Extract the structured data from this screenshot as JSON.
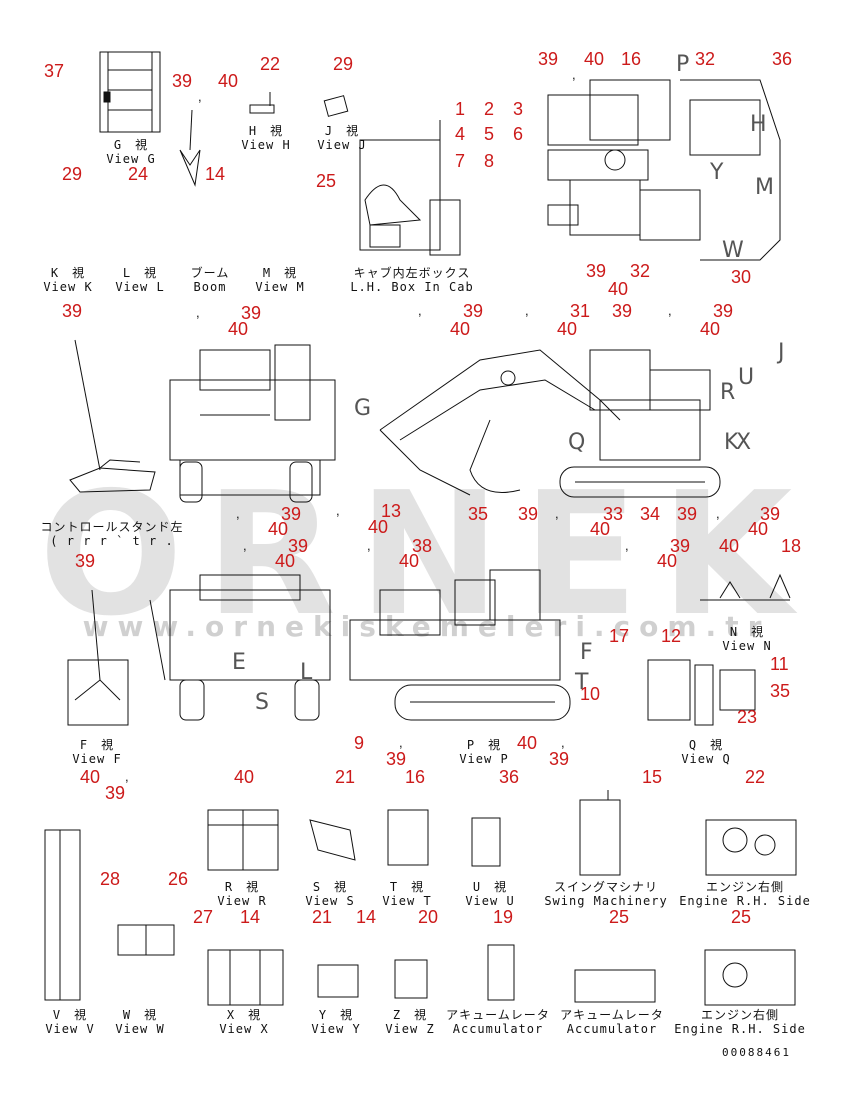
{
  "watermark": {
    "brand": "ORNEK",
    "site": "www.ornekiskemeleri.com.tr"
  },
  "document_number": "00088461",
  "colors": {
    "callout": "#cc1a1a",
    "line": "#111111",
    "watermark": "#969696"
  },
  "callouts": [
    "37",
    "39",
    ",",
    "40",
    "22",
    "29",
    "39",
    ",",
    "40",
    "16",
    "32",
    "36",
    "1",
    "2",
    "3",
    "4",
    "5",
    "6",
    "7",
    "8",
    "29",
    "24",
    "14",
    "25",
    "39",
    "40",
    "32",
    "30",
    "39",
    ",",
    "40",
    "39",
    ",",
    "40",
    "39",
    ",",
    "40",
    "31",
    "39",
    ",",
    "40",
    "39",
    ",",
    "40",
    "39",
    ",",
    "40",
    "13",
    "35",
    "39",
    ",",
    "40",
    "33",
    "34",
    "39",
    ",",
    "40",
    "39",
    ",",
    "40",
    "39",
    ",",
    "40",
    "38",
    "39",
    ",",
    "40",
    "39",
    "40",
    "18",
    "17",
    "12",
    "11",
    "10",
    "35",
    "23",
    "9",
    "39",
    ",",
    "40",
    "39",
    ",",
    "40",
    "39",
    ",",
    "40",
    "21",
    "16",
    "36",
    "15",
    "22",
    "28",
    "26",
    "27",
    "14",
    "21",
    "14",
    "20",
    "19",
    "25",
    "25",
    "28"
  ],
  "views": [
    {
      "jp": "G　視",
      "en": "View G"
    },
    {
      "jp": "H　視",
      "en": "View H"
    },
    {
      "jp": "J　視",
      "en": "View J"
    },
    {
      "jp": "K　視",
      "en": "View K"
    },
    {
      "jp": "L　視",
      "en": "View L"
    },
    {
      "jp": "ブーム",
      "en": "Boom"
    },
    {
      "jp": "M　視",
      "en": "View M"
    },
    {
      "jp": "キャブ内左ボックス",
      "en": "L.H. Box In Cab"
    },
    {
      "jp": "コントロールスタンド左",
      "en": "( r r r ` t r ."
    },
    {
      "jp": "N　視",
      "en": "View N"
    },
    {
      "jp": "F　視",
      "en": "View F"
    },
    {
      "jp": "P　視",
      "en": "View P"
    },
    {
      "jp": "Q　視",
      "en": "View Q"
    },
    {
      "jp": "R　視",
      "en": "View R"
    },
    {
      "jp": "S　視",
      "en": "View S"
    },
    {
      "jp": "T　視",
      "en": "View T"
    },
    {
      "jp": "U　視",
      "en": "View U"
    },
    {
      "jp": "スイングマシナリ",
      "en": "Swing Machinery"
    },
    {
      "jp": "エンジン右側",
      "en": "Engine R.H. Side"
    },
    {
      "jp": "V　視",
      "en": "View V"
    },
    {
      "jp": "W　視",
      "en": "View W"
    },
    {
      "jp": "X　視",
      "en": "View X"
    },
    {
      "jp": "Y　視",
      "en": "View Y"
    },
    {
      "jp": "Z　視",
      "en": "View Z"
    },
    {
      "jp": "アキュームレータ",
      "en": "Accumulator"
    },
    {
      "jp": "アキュームレータ",
      "en": "Accumulator"
    },
    {
      "jp": "エンジン右側",
      "en": "Engine R.H. Side"
    }
  ],
  "view_letters": [
    "P",
    "Y",
    "M",
    "H",
    "W",
    "U",
    "J",
    "Q",
    "G",
    "R",
    "K",
    "X",
    "E",
    "S",
    "F",
    "T",
    "L"
  ]
}
